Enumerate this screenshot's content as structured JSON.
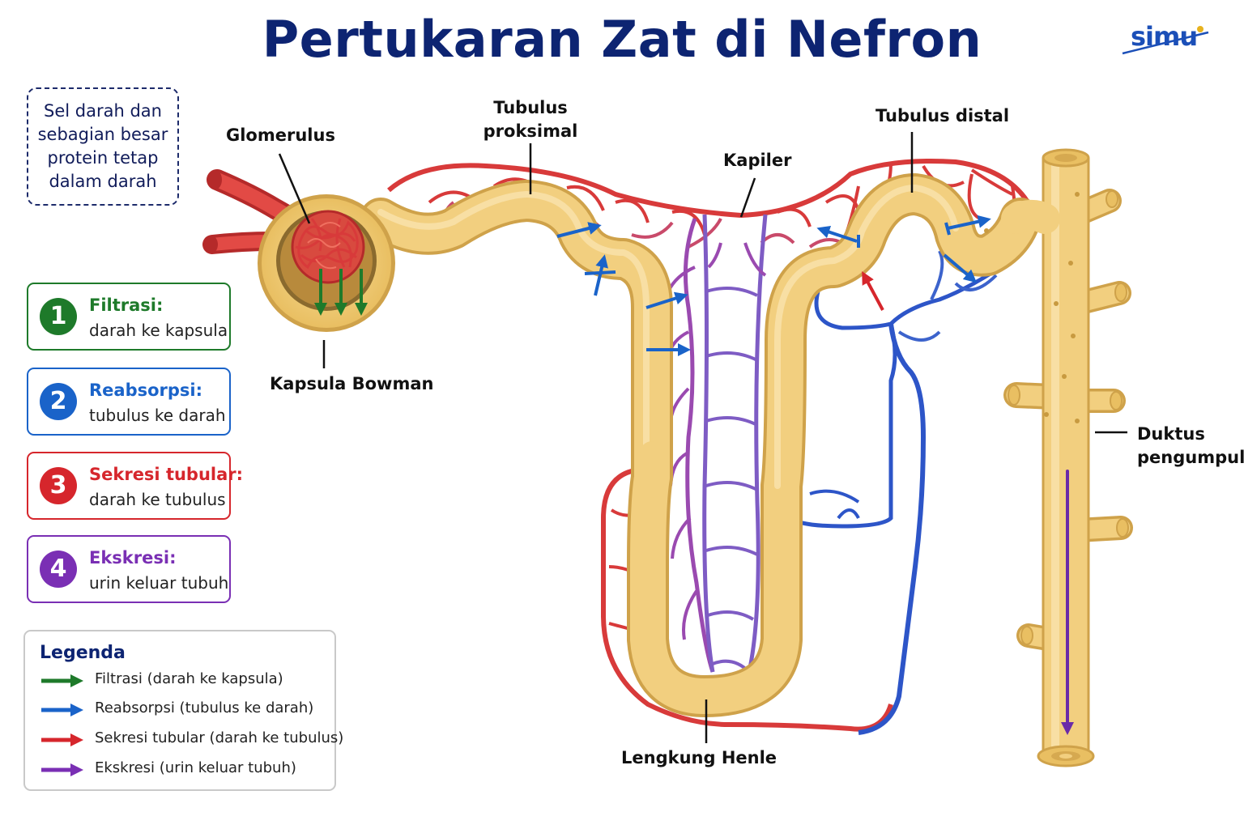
{
  "title": "Pertukaran Zat di Nefron",
  "logo_text": "simu",
  "note": "Sel darah dan sebagian besar protein tetap dalam darah",
  "steps": [
    {
      "number": "1",
      "title": "Filtrasi:",
      "desc": "darah ke kapsula",
      "color": "#1e7a2a"
    },
    {
      "number": "2",
      "title": "Reabsorpsi:",
      "desc": "tubulus ke darah",
      "color": "#1a63c9"
    },
    {
      "number": "3",
      "title": "Sekresi tubular:",
      "desc": "darah ke tubulus",
      "color": "#d6262c"
    },
    {
      "number": "4",
      "title": "Ekskresi:",
      "desc": "urin keluar tubuh",
      "color": "#7a2fb4"
    }
  ],
  "legend": {
    "title": "Legenda",
    "items": [
      {
        "label": "Filtrasi (darah ke kapsula)",
        "color": "#1e7a2a"
      },
      {
        "label": "Reabsorpsi (tubulus ke darah)",
        "color": "#1a63c9"
      },
      {
        "label": "Sekresi tubular (darah ke tubulus)",
        "color": "#d6262c"
      },
      {
        "label": "Ekskresi (urin keluar tubuh)",
        "color": "#7a2fb4"
      }
    ]
  },
  "labels": {
    "glomerulus": "Glomerulus",
    "kapsula_bowman": "Kapsula Bowman",
    "tubulus_proksimal": "Tubulus proksimal",
    "kapiler": "Kapiler",
    "tubulus_distal": "Tubulus distal",
    "duktus_pengumpul": "Duktus pengumpul",
    "lengkung_henle": "Lengkung Henle"
  },
  "colors": {
    "title": "#0d2472",
    "tubule": "#f2cf7f",
    "tubule_edge": "#cfa24a",
    "artery": "#d83a3a",
    "vein": "#2d55c8",
    "mixed_vessel": "#8a55b8"
  }
}
